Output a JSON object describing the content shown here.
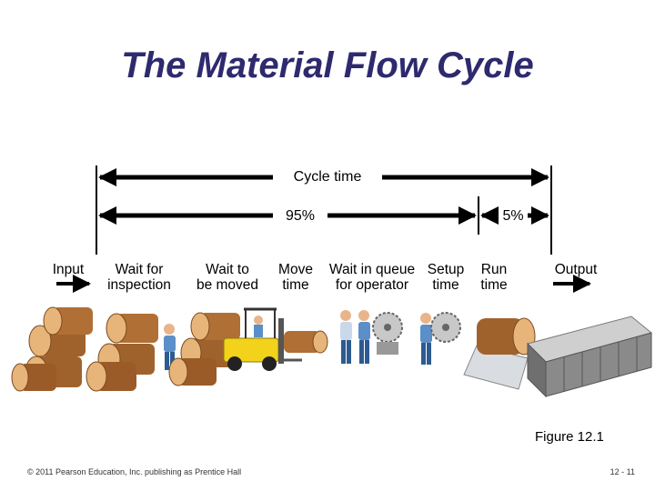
{
  "title": "The Material Flow Cycle",
  "timeline": {
    "cycle_label": "Cycle time",
    "pct_wait": "95%",
    "pct_run": "5%"
  },
  "steps": [
    {
      "line1": "Input",
      "line2": ""
    },
    {
      "line1": "Wait for",
      "line2": "inspection"
    },
    {
      "line1": "Wait to",
      "line2": "be moved"
    },
    {
      "line1": "Move",
      "line2": "time"
    },
    {
      "line1": "Wait in queue",
      "line2": "for operator"
    },
    {
      "line1": "Setup",
      "line2": "time"
    },
    {
      "line1": "Run",
      "line2": "time"
    },
    {
      "line1": "Output",
      "line2": ""
    }
  ],
  "figure_caption": "Figure 12.1",
  "footer": {
    "copyright": "© 2011 Pearson Education, Inc. publishing as Prentice Hall",
    "page": "12 - 11"
  },
  "colors": {
    "title": "#2e2a6e",
    "log_bark": "#a0622d",
    "log_end": "#e7b57a",
    "forklift": "#f2d21a",
    "worker_shirt": "#5b8fc9",
    "worker_pants": "#2d5b91"
  }
}
